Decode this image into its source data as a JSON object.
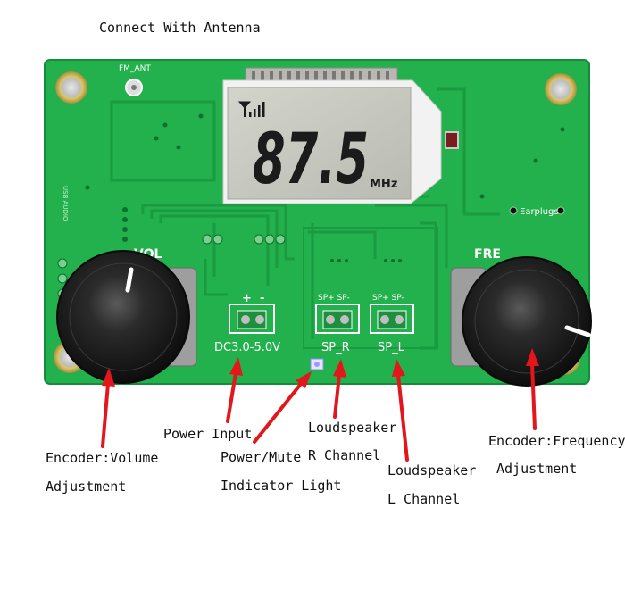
{
  "colors": {
    "pcb": "#22b14c",
    "pcb_dark": "#15863a",
    "pcb_trace": "#1a9a41",
    "silkscreen": "#ffffff",
    "lcd_bg": "#c9cbc2",
    "lcd_digits": "#1b1b1b",
    "arrow": "#e3161b",
    "knob": "#1a1a1a"
  },
  "board": {
    "ant_label": "FM_ANT",
    "vol_label": "VOL",
    "fre_label": "FRE",
    "earplugs_label": "Earplugs",
    "usb_label": "USB AUDIO",
    "power_plus": "+",
    "power_minus": "-",
    "power_rating": "DC3.0-5.0V",
    "spr_pins": "SP+ SP-",
    "spr_name": "SP_R",
    "spl_pins": "SP+ SP-",
    "spl_name": "SP_L"
  },
  "lcd": {
    "frequency": "87.5",
    "unit": "MHz",
    "icons": [
      "antenna-signal-icon"
    ]
  },
  "annotations": {
    "antenna": "Connect With Antenna",
    "power_input": "Power Input",
    "indicator_line1": "Power/Mute",
    "indicator_line2": "Indicator Light",
    "spk_r_line1": "Loudspeaker",
    "spk_r_line2": "R Channel",
    "spk_l_line1": "Loudspeaker",
    "spk_l_line2": "L Channel",
    "volume_line1": "Encoder:Volume",
    "volume_line2": "Adjustment",
    "frequency_line1": "Encoder:Frequency",
    "frequency_line2": "Adjustment"
  }
}
